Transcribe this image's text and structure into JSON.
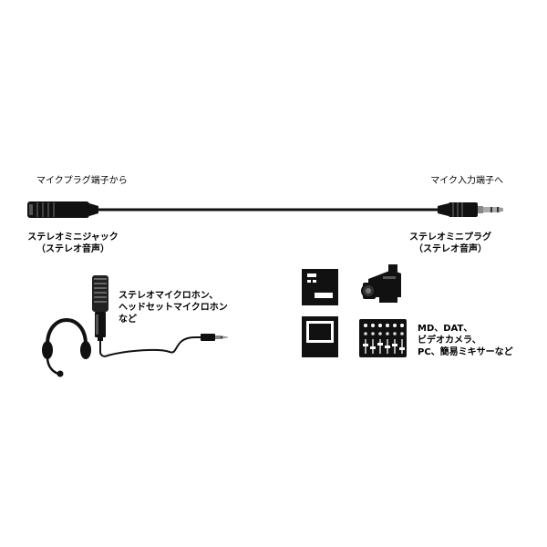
{
  "labels": {
    "left_top": "マイクプラグ端子から",
    "right_top": "マイク入力端子へ",
    "left_jack_line1": "ステレオミニジャック",
    "left_jack_line2": "（ステレオ音声）",
    "right_plug_line1": "ステレオミニプラグ",
    "right_plug_line2": "（ステレオ音声）",
    "mic_line1": "ステレオマイクロホン、",
    "mic_line2": "ヘッドセットマイクロホン",
    "mic_line3": "など",
    "device_line1": "MD、DAT、",
    "device_line2": "ビデオカメラ、",
    "device_line3": "PC、簡易ミキサーなど"
  },
  "icons": [
    "stereo-mini-jack-icon",
    "stereo-mini-plug-icon",
    "headset-icon",
    "microphone-icon",
    "md-recorder-icon",
    "video-camera-icon",
    "pc-monitor-icon",
    "mixer-icon"
  ],
  "colors": {
    "ink": "#111111",
    "paper": "#ffffff"
  }
}
